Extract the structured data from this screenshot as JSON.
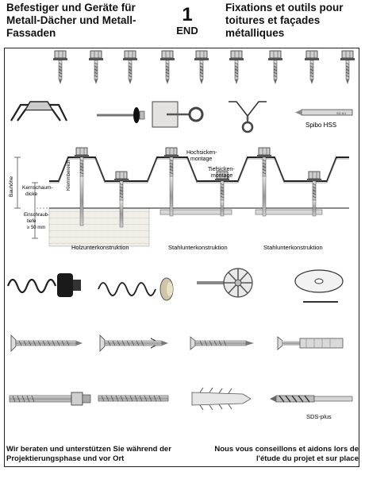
{
  "header": {
    "title_de": "Befestiger und Geräte für Metall-Dächer und Metall-Fassaden",
    "page_number": "1",
    "page_suffix": "END",
    "title_fr": "Fixations et outils pour toitures et façades métalliques"
  },
  "diagram_labels": {
    "spibo": "Spibo HSS",
    "hochsicken_1": "Hochsicken-",
    "hochsicken_2": "montage",
    "tiefsicken_1": "Tiefsicken-",
    "tiefsicken_2": "montage",
    "bauhoehe": "Bauhöhe",
    "kernschaum_1": "Kernschaum-",
    "kernschaum_2": "dicke",
    "einschraub_1": "Einschraub-",
    "einschraub_2": "tiefe",
    "einschraub_3": "≥ 50 mm",
    "klemmbereich": "Klemmbereich",
    "holz": "Holzunterkonstruktion",
    "stahl_1": "Stahlunterkonstruktion",
    "stahl_2": "Stahlunterkonstruktion",
    "sds": "SDS-plus"
  },
  "footer": {
    "de": "Wir beraten und unterstützen Sie während der Projektierungsphase und vor Ort",
    "fr": "Nous vous conseillons et aidons lors de l'étude du projet et sur place"
  }
}
